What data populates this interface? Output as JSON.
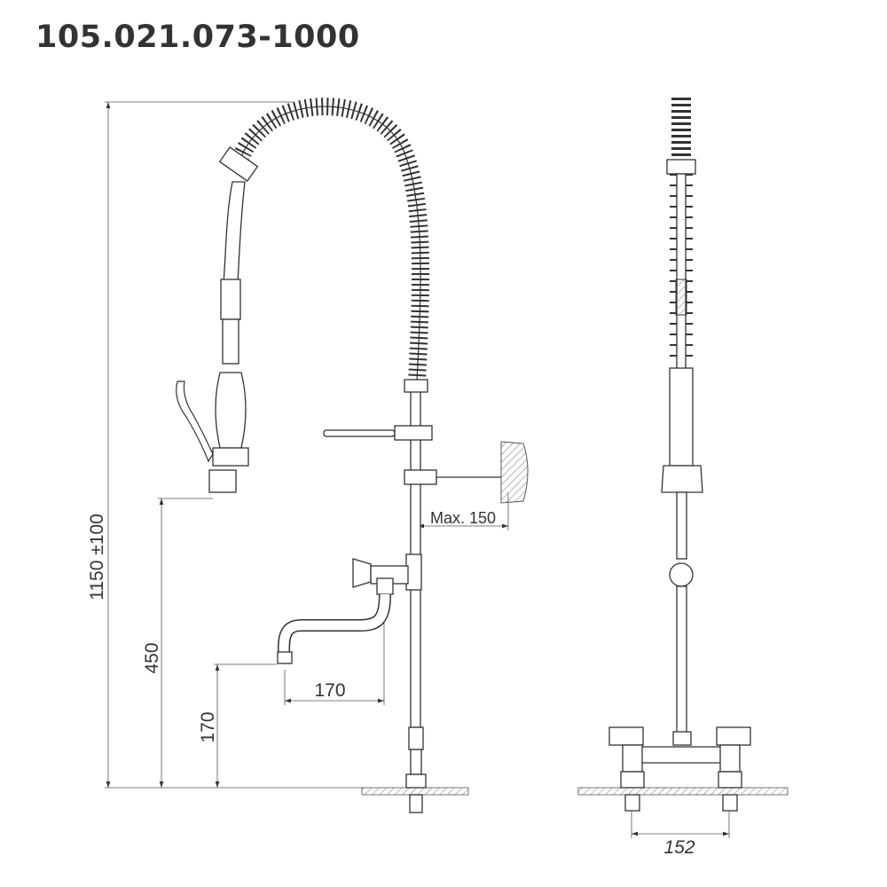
{
  "title": "105.021.073-1000",
  "dimensions": {
    "total_height": "1150 ±100",
    "hand_shower_height": "450",
    "spout_height": "170",
    "spout_reach": "170",
    "wall_bracket": "Max. 150",
    "deck_centers": "152"
  }
}
